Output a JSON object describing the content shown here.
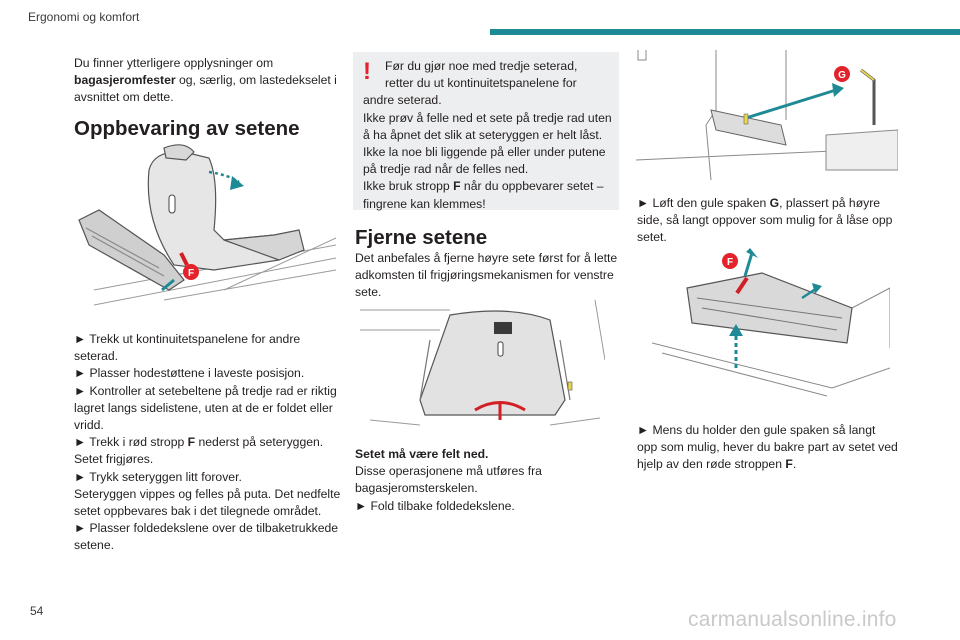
{
  "header": {
    "title": "Ergonomi og komfort",
    "accent_color": "#1d8a96"
  },
  "page_number": "54",
  "watermark": "carmanualsonline.info",
  "left": {
    "intro_pre": "Du finner ytterligere opplysninger om ",
    "intro_bold": "bagasjeromfester",
    "intro_post": " og, særlig, om lastedekselet i avsnittet om dette.",
    "heading": "Oppbevaring av setene",
    "fig_label": "F",
    "s1": "► Trekk ut kontinuitetspanelene for andre seterad.",
    "s2": "► Plasser hodestøttene i laveste posisjon.",
    "s3": "► Kontroller at setebeltene på tredje rad er riktig lagret langs sidelistene, uten at de er foldet eller vridd.",
    "s4_pre": "► Trekk i rød stropp ",
    "s4_bold": "F",
    "s4_post": " nederst på seteryggen.",
    "s5": "Setet frigjøres.",
    "s6": "► Trykk seteryggen litt forover.",
    "s7": "Seteryggen vippes og felles på puta. Det nedfelte setet oppbevares bak i det tilegnede området.",
    "s8": "► Plasser foldedekslene over de tilbaketrukkede setene."
  },
  "warning": {
    "icon": "!",
    "line1": "Før du gjør noe med tredje seterad,",
    "line2": "retter du ut kontinuitetspanelene for",
    "line3": "andre seterad.",
    "p2": "Ikke prøv å felle ned et sete på tredje rad uten å ha åpnet det slik at seteryggen er helt låst.",
    "p3": "Ikke la noe bli liggende på eller under putene på tredje rad når de felles ned.",
    "p4_pre": "Ikke bruk stropp ",
    "p4_bold": "F",
    "p4_post": " når du oppbevarer setet – fingrene kan klemmes!"
  },
  "middle": {
    "heading": "Fjerne setene",
    "intro": "Det anbefales å fjerne høyre sete først for å lette adkomsten til frigjøringsmekanismen for venstre sete.",
    "bold_line": "Setet må være felt ned.",
    "line2": "Disse operasjonene må utføres fra bagasjeromsterskelen.",
    "line3": "► Fold tilbake foldedekslene."
  },
  "right": {
    "fig1_label": "G",
    "step1_pre": "► Løft den gule spaken ",
    "step1_bold": "G",
    "step1_post": ", plassert på høyre side, så langt oppover som mulig for å låse opp setet.",
    "fig2_label": "F",
    "step2_pre": "► Mens du holder den gule spaken så langt opp som mulig, hever du bakre part av setet ved hjelp av den røde stroppen ",
    "step2_bold": "F",
    "step2_post": "."
  }
}
